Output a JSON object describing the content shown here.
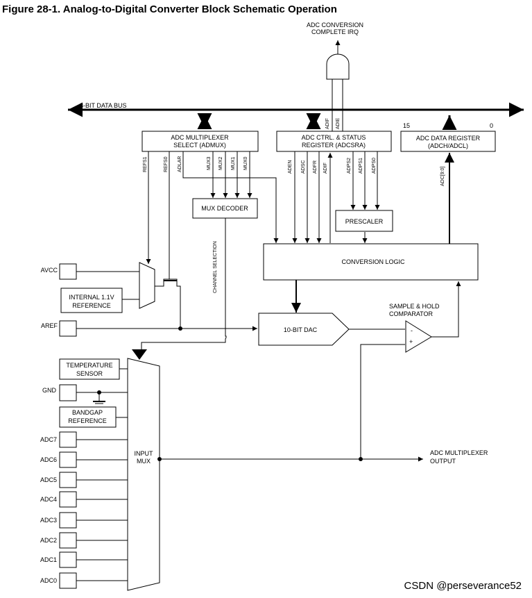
{
  "figure_title": "Figure 28-1.  Analog-to-Digital Converter Block Schematic Operation",
  "irq_label_line1": "ADC CONVERSION",
  "irq_label_line2": "COMPLETE IRQ",
  "data_bus_label": "8-BIT DATA BUS",
  "admux_line1": "ADC MULTIPLEXER",
  "admux_line2": "SELECT (ADMUX)",
  "adcsra_line1": "ADC CTRL. & STATUS",
  "adcsra_line2": "REGISTER (ADCSRA)",
  "adc_data_line1": "ADC DATA REGISTER",
  "adc_data_line2": "(ADCH/ADCL)",
  "bit_15": "15",
  "bit_0": "0",
  "adif_bit": "ADIF",
  "adie_bit": "ADIE",
  "admux_bits": [
    "REFS1",
    "REFS0",
    "ADLAR",
    "MUX3",
    "MUX2",
    "MUX1",
    "MUX0"
  ],
  "adcsra_bits": [
    "ADEN",
    "ADSC",
    "ADFR",
    "ADIF",
    "ADPS2",
    "ADPS1",
    "ADPS0"
  ],
  "adc_result_bus": "ADC[9:0]",
  "mux_decoder": "MUX DECODER",
  "prescaler": "PRESCALER",
  "conversion_logic": "CONVERSION LOGIC",
  "channel_selection": "CHANNEL SELECTION",
  "avcc": "AVCC",
  "internal_ref_line1": "INTERNAL 1.1V",
  "internal_ref_line2": "REFERENCE",
  "aref": "AREF",
  "dac": "10-BIT DAC",
  "sample_hold_line1": "SAMPLE & HOLD",
  "sample_hold_line2": "COMPARATOR",
  "comp_minus": "-",
  "comp_plus": "+",
  "temp_sensor_line1": "TEMPERATURE",
  "temp_sensor_line2": "SENSOR",
  "gnd": "GND",
  "bandgap_line1": "BANDGAP",
  "bandgap_line2": "REFERENCE",
  "input_mux_line1": "INPUT",
  "input_mux_line2": "MUX",
  "adc_mux_output_line1": "ADC MULTIPLEXER",
  "adc_mux_output_line2": "OUTPUT",
  "adc_channels": [
    "ADC7",
    "ADC6",
    "ADC5",
    "ADC4",
    "ADC3",
    "ADC2",
    "ADC1",
    "ADC0"
  ],
  "watermark": "CSDN @perseverance52"
}
